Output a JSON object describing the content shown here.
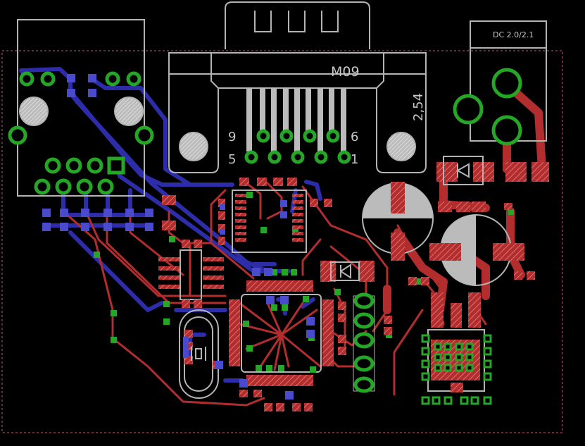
{
  "labels": {
    "connector_name": "M09",
    "pin_9": "9",
    "pin_6": "6",
    "pin_5": "5",
    "pin_1": "1",
    "pitch": "2,54",
    "power_jack": "DC 2.0/2.1"
  },
  "colors": {
    "background": "#000000",
    "outline": "#b4b4b4",
    "top_copper": "#b22d2d",
    "bottom_copper": "#2d2daa",
    "pad_green": "#26a626",
    "board_edge": "#d0507a",
    "silkscreen_text": "#c8c8c8"
  }
}
